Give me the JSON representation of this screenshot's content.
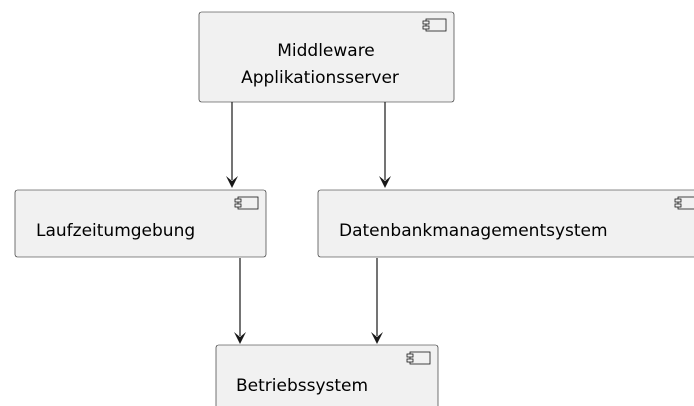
{
  "diagram": {
    "type": "component",
    "components": {
      "middleware": {
        "lines": [
          "Middleware",
          "Applikationsserver"
        ]
      },
      "runtime": {
        "lines": [
          "Laufzeitumgebung"
        ]
      },
      "dbms": {
        "lines": [
          "Datenbankmanagementsystem"
        ]
      },
      "os": {
        "lines": [
          "Betriebssystem"
        ]
      }
    },
    "edges": [
      {
        "from": "middleware",
        "to": "runtime"
      },
      {
        "from": "middleware",
        "to": "dbms"
      },
      {
        "from": "runtime",
        "to": "os"
      },
      {
        "from": "dbms",
        "to": "os"
      }
    ],
    "colors": {
      "node_fill": "#f1f1f1",
      "node_stroke": "#181818",
      "edge": "#181818",
      "text": "#000000"
    },
    "icon": "component-icon"
  }
}
